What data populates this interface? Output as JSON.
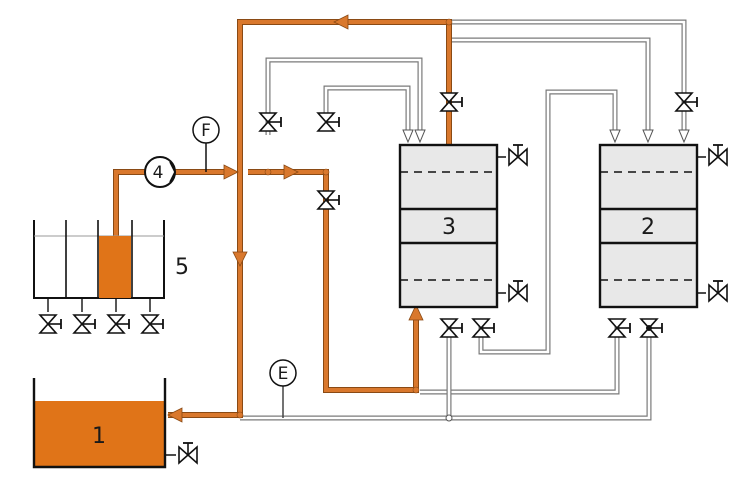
{
  "labels": {
    "tank1": "1",
    "column2": "2",
    "column3": "3",
    "pump4": "4",
    "reservoir5": "5",
    "flow_meter": "F",
    "detector": "E"
  },
  "colors": {
    "active_line": "#d9782d",
    "liquid": "#e07418",
    "inactive_line": "#7a7a7a",
    "vessel_fill": "#e8e8e8",
    "outline": "#111111"
  }
}
